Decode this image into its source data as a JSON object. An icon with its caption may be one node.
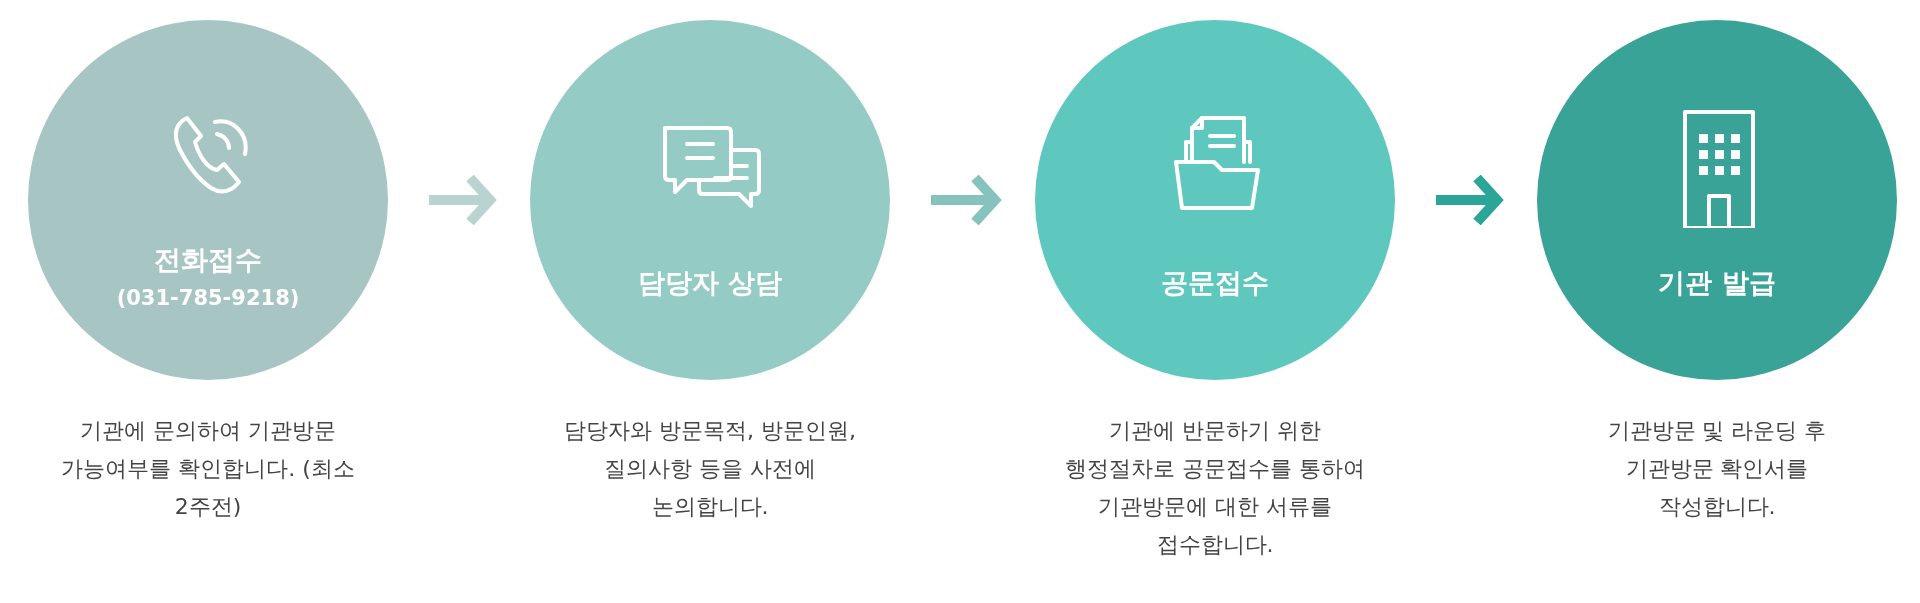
{
  "diagram": {
    "nodes": [
      {
        "text": [
          "전화접수",
          "(031-785-9218)"
        ],
        "beside": [
          "기관에 문의하여 기관방문 가능여부를 확인합니다. (최소 2주전)"
        ]
      },
      {
        "text": [
          "담당자 상담"
        ],
        "beside": [
          "담당자와 방문목적, 방문인원, 질의사항 등을 사전에 논의합니다."
        ]
      },
      {
        "text": [
          "공문접수"
        ],
        "beside": [
          "기관에 반문하기 위한 행정절차로 공문접수를 통하여 기관방문에 대한 서류를 접수합니다."
        ]
      },
      {
        "text": [
          "기관 발급"
        ],
        "beside": [
          "기관방문 및 라운딩 후 기관방문 확인서를 작성합니다."
        ]
      }
    ],
    "edges": [
      {
        "from": 0,
        "to": 1,
        "arrow": "to",
        "color": "#b9d3d0"
      },
      {
        "from": 1,
        "to": 2,
        "arrow": "to",
        "color": "#86c3bd"
      },
      {
        "from": 2,
        "to": 3,
        "arrow": "to",
        "color": "#2aa597"
      }
    ]
  }
}
